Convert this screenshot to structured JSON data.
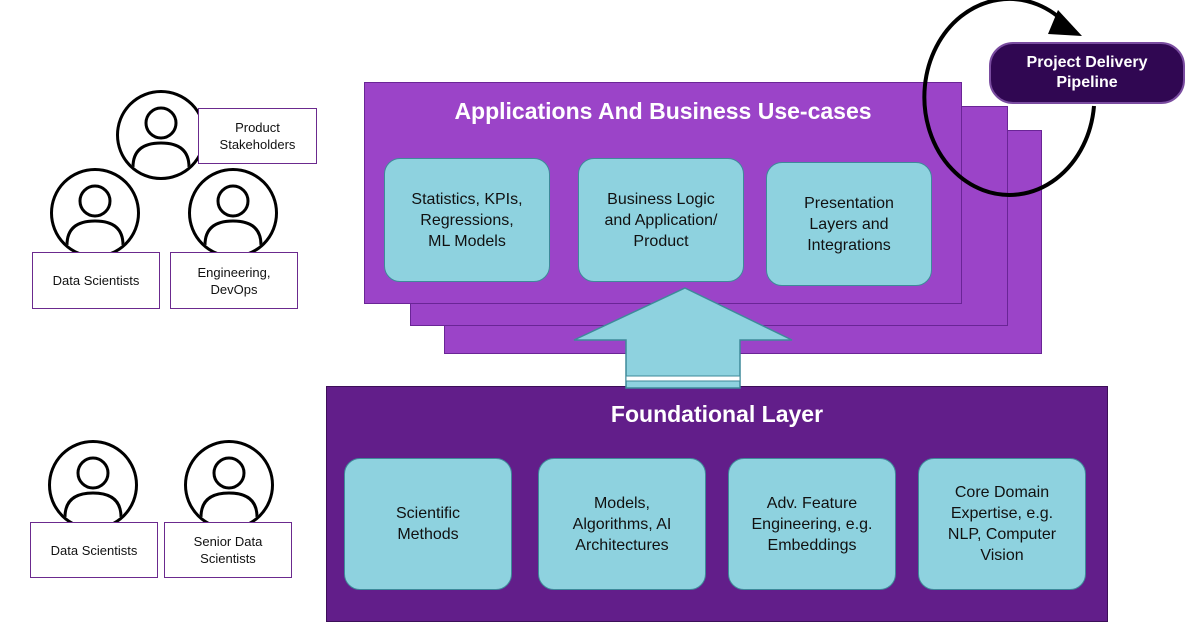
{
  "applications": {
    "title": "Applications And Business Use-cases",
    "boxes": [
      "Statistics, KPIs,\nRegressions,\nML Models",
      "Business Logic\nand Application/\nProduct",
      "Presentation\nLayers and\nIntegrations"
    ]
  },
  "foundational": {
    "title": "Foundational Layer",
    "boxes": [
      "Scientific\nMethods",
      "Models,\nAlgorithms, AI\nArchitectures",
      "Adv. Feature\nEngineering, e.g.\nEmbeddings",
      "Core Domain\nExpertise, e.g.\nNLP, Computer\nVision"
    ]
  },
  "pipeline": {
    "label": "Project Delivery\nPipeline"
  },
  "roles_top": [
    "Product\nStakeholders",
    "Data Scientists",
    "Engineering,\nDevOps"
  ],
  "roles_bottom": [
    "Data Scientists",
    "Senior Data\nScientists"
  ],
  "colors": {
    "app_panel": "#9b44c8",
    "foundation_panel": "#621e8a",
    "box": "#8ed2df",
    "pill": "#300752"
  }
}
